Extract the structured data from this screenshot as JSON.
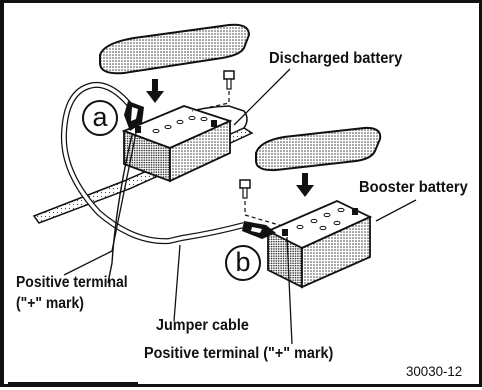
{
  "labels": {
    "discharged_battery": "Discharged battery",
    "booster_battery": "Booster battery",
    "positive_terminal_left_line1": "Positive terminal",
    "positive_terminal_left_line2": "(\"+\" mark)",
    "jumper_cable": "Jumper cable",
    "positive_terminal_bottom": "Positive terminal (\"+\" mark)",
    "figure_code": "30030-12"
  },
  "markers": {
    "a": "a",
    "b": "b"
  },
  "colors": {
    "ink": "#111111",
    "paper": "#ffffff",
    "stipple": "#555555"
  }
}
